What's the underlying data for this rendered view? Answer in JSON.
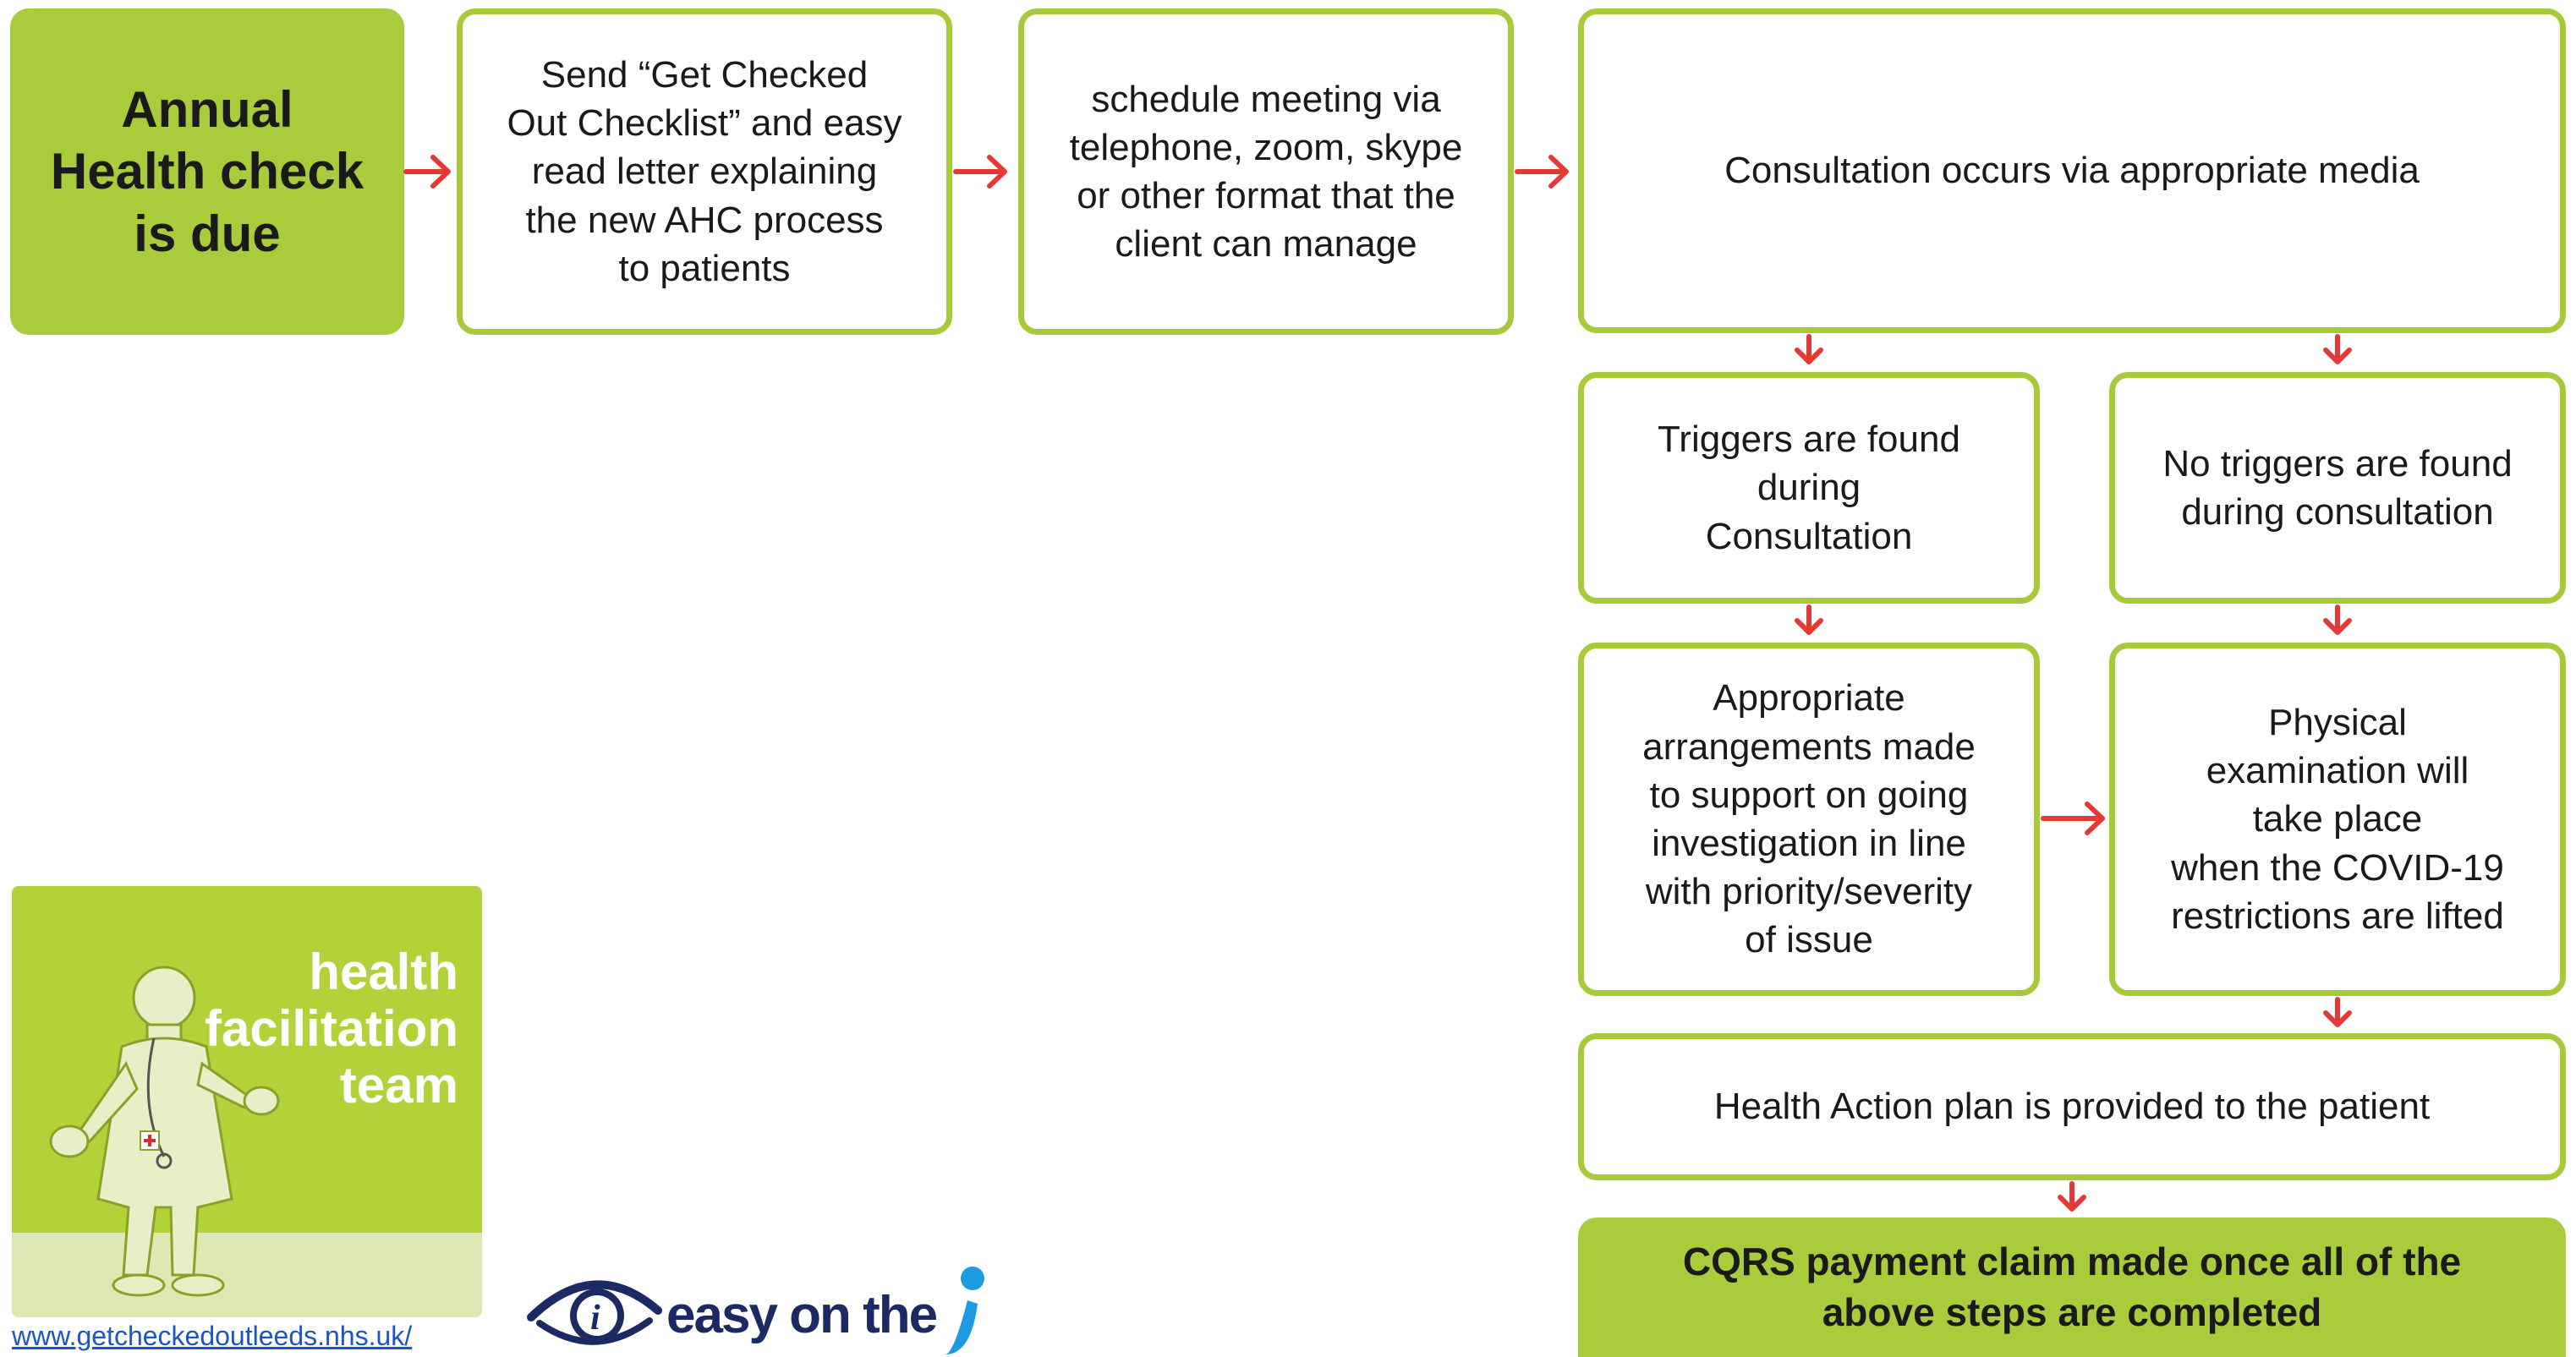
{
  "colors": {
    "box_border": "#a8c93a",
    "box_fill": "#a8cc3c",
    "arrow": "#e53935",
    "logo_bg": "#b3d23a",
    "link": "#1a56c4",
    "eye_blue": "#1c2a64",
    "i_blue": "#1e9be0"
  },
  "steps": {
    "annual": "Annual\nHealth check\nis due",
    "send": "Send “Get Checked\nOut Checklist” and easy\nread letter explaining\nthe new AHC process\nto patients",
    "schedule": "schedule meeting via\ntelephone, zoom, skype\nor other format that the\nclient can manage",
    "consultation": "Consultation occurs via appropriate media",
    "triggers": "Triggers are found\nduring\nConsultation",
    "no_triggers": "No triggers are found\nduring consultation",
    "arrangements": "Appropriate\narrangements made\nto support on going\ninvestigation in line\nwith priority/severity\nof issue",
    "physical": "Physical\nexamination will\ntake place\nwhen the COVID-19\nrestrictions are lifted",
    "action_plan": "Health Action plan is provided to the patient",
    "cqrs": "CQRS payment claim made once all of the\nabove steps are completed"
  },
  "logo": {
    "text": "health\nfacilitation\nteam",
    "icon": "doctor-figure-icon"
  },
  "link_text": "www.getcheckedoutleeds.nhs.uk/",
  "easy_logo": {
    "text": "easy on the",
    "icon": "eye-icon"
  }
}
